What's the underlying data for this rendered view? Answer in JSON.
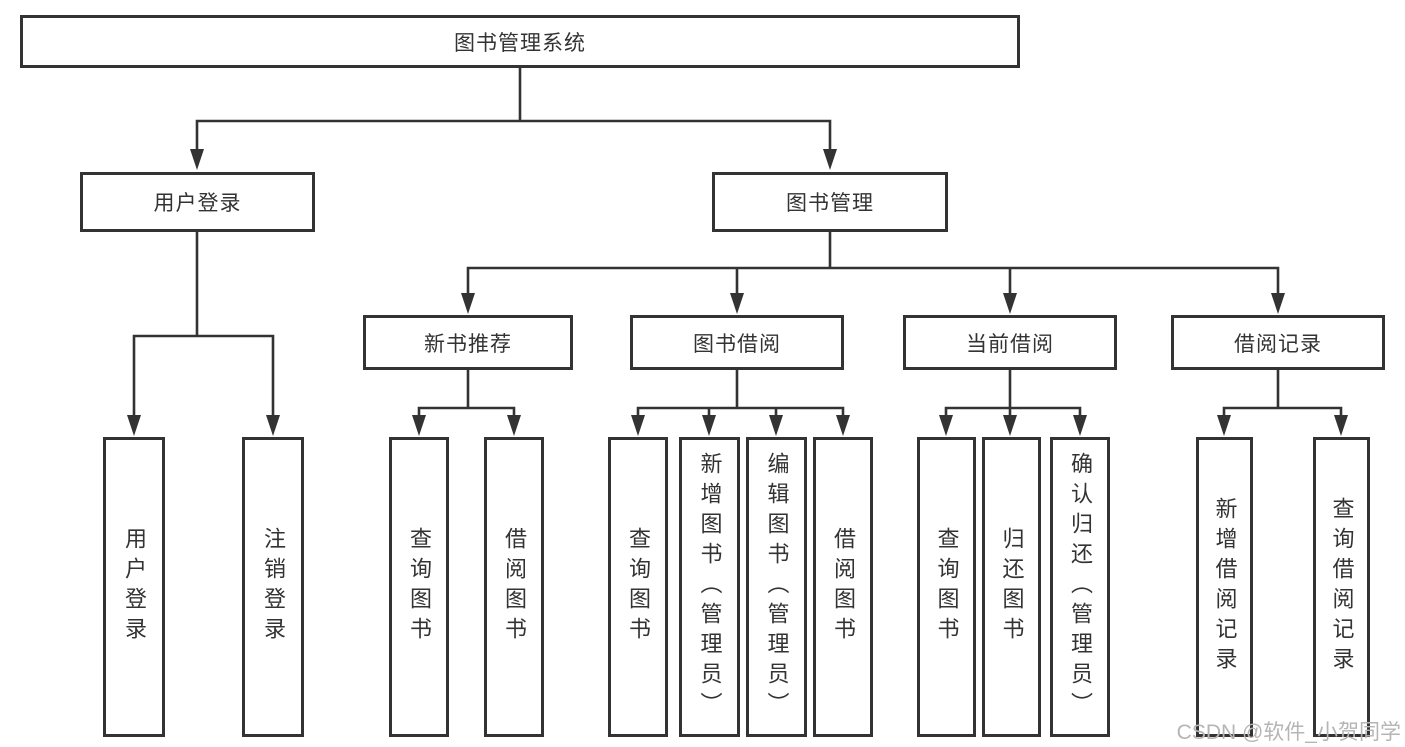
{
  "diagram_title": "图书管理系统",
  "watermark": "CSDN @软件_小贺同学",
  "colors": {
    "line": "#333333",
    "text": "#333333",
    "watermark": "#b5b5b5",
    "background": "#ffffff"
  },
  "tree": {
    "label": "图书管理系统",
    "children": [
      {
        "label": "用户登录",
        "children": [
          {
            "label": "用户登录"
          },
          {
            "label": "注销登录"
          }
        ]
      },
      {
        "label": "图书管理",
        "children": [
          {
            "label": "新书推荐",
            "children": [
              {
                "label": "查询图书"
              },
              {
                "label": "借阅图书"
              }
            ]
          },
          {
            "label": "图书借阅",
            "children": [
              {
                "label": "查询图书"
              },
              {
                "label": "新增图书（管理员）"
              },
              {
                "label": "编辑图书（管理员）"
              },
              {
                "label": "借阅图书"
              }
            ]
          },
          {
            "label": "当前借阅",
            "children": [
              {
                "label": "查询图书"
              },
              {
                "label": "归还图书"
              },
              {
                "label": "确认归还（管理员）"
              }
            ]
          },
          {
            "label": "借阅记录",
            "children": [
              {
                "label": "新增借阅记录"
              },
              {
                "label": "查询借阅记录"
              }
            ]
          }
        ]
      }
    ]
  }
}
